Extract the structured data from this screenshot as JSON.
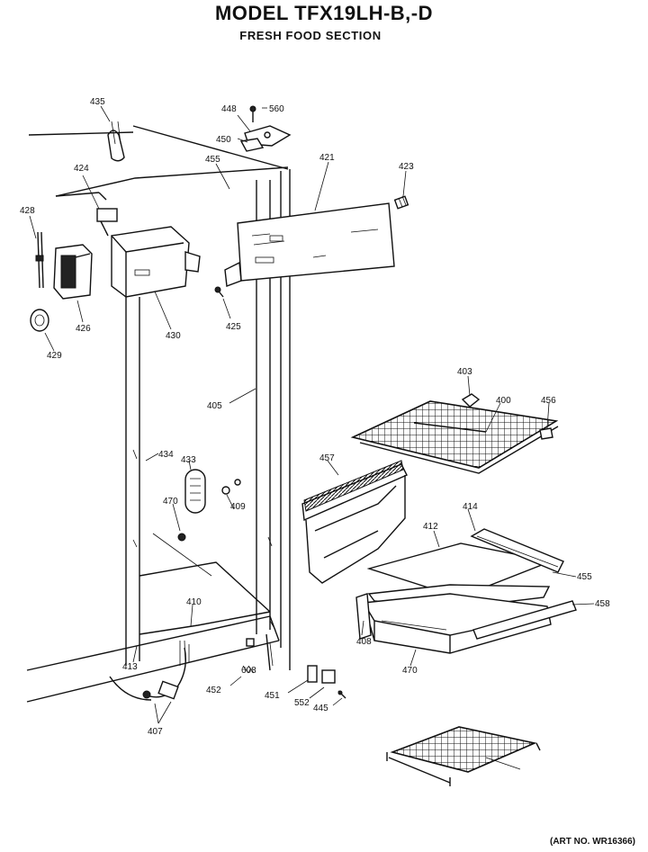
{
  "title": "MODEL TFX19LH-B,-D",
  "subtitle": "FRESH FOOD SECTION",
  "art_no": "(ART NO. WR16366)",
  "callouts": [
    "435",
    "448",
    "560",
    "450",
    "421",
    "455",
    "424",
    "423",
    "428",
    "426",
    "430",
    "425",
    "429",
    "403",
    "400",
    "456",
    "405",
    "457",
    "434",
    "433",
    "470",
    "409",
    "412",
    "414",
    "455",
    "410",
    "458",
    "413",
    "408",
    "470",
    "608",
    "452",
    "451",
    "552",
    "445",
    "407"
  ]
}
